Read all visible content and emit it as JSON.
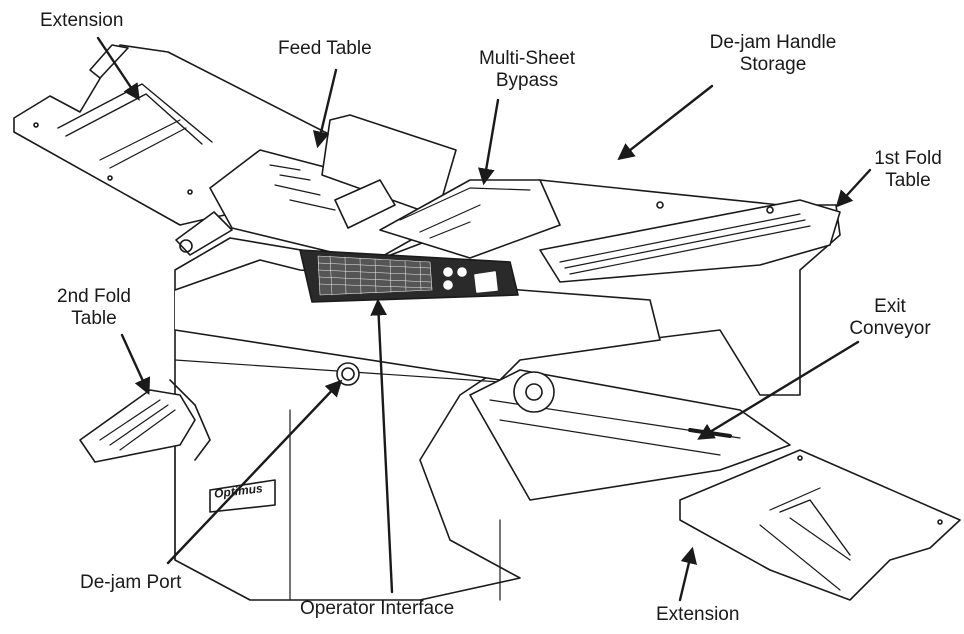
{
  "labels": {
    "extension_top": "Extension",
    "feed_table": "Feed Table",
    "multi_sheet_1": "Multi-Sheet",
    "multi_sheet_2": "Bypass",
    "dejam_storage_1": "De-jam Handle",
    "dejam_storage_2": "Storage",
    "first_fold_1": "1st Fold",
    "first_fold_2": "Table",
    "second_fold_1": "2nd Fold",
    "second_fold_2": "Table",
    "exit_conveyor_1": "Exit",
    "exit_conveyor_2": "Conveyor",
    "dejam_port": "De-jam Port",
    "operator_interface": "Operator Interface",
    "extension_bottom": "Extension",
    "brand_plate": "Optimus"
  },
  "colors": {
    "line": "#1a1a1a",
    "fill": "#ffffff",
    "panel": "#2a2a2a",
    "shade": "#d9d9d9"
  }
}
